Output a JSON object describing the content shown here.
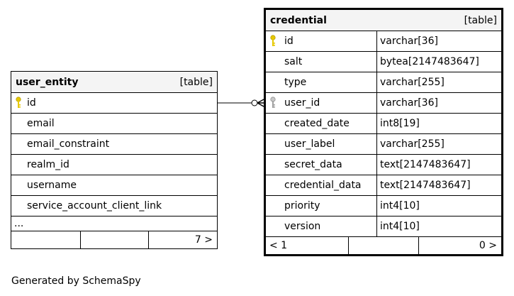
{
  "tables": {
    "user_entity": {
      "name": "user_entity",
      "kind": "[table]",
      "columns": [
        {
          "name": "id",
          "key": "primary"
        },
        {
          "name": "email"
        },
        {
          "name": "email_constraint"
        },
        {
          "name": "realm_id"
        },
        {
          "name": "username"
        },
        {
          "name": "service_account_client_link"
        }
      ],
      "more": "...",
      "footer_count": "7 >"
    },
    "credential": {
      "name": "credential",
      "kind": "[table]",
      "columns": [
        {
          "name": "id",
          "type": "varchar[36]",
          "key": "primary"
        },
        {
          "name": "salt",
          "type": "bytea[2147483647]"
        },
        {
          "name": "type",
          "type": "varchar[255]"
        },
        {
          "name": "user_id",
          "type": "varchar[36]",
          "key": "foreign"
        },
        {
          "name": "created_date",
          "type": "int8[19]"
        },
        {
          "name": "user_label",
          "type": "varchar[255]"
        },
        {
          "name": "secret_data",
          "type": "text[2147483647]"
        },
        {
          "name": "credential_data",
          "type": "text[2147483647]"
        },
        {
          "name": "priority",
          "type": "int4[10]"
        },
        {
          "name": "version",
          "type": "int4[10]"
        }
      ],
      "footer_left": "< 1",
      "footer_right": "0 >"
    }
  },
  "colors": {
    "primary_key": "#e6c800",
    "foreign_key": "#a0a0a0",
    "header_bg": "#f4f4f4"
  },
  "generated_by": "Generated by SchemaSpy"
}
